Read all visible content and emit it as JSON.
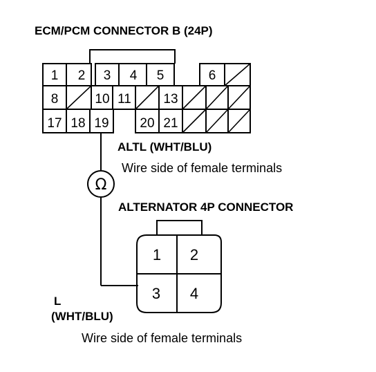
{
  "ecm_connector": {
    "title": "ECM/PCM CONNECTOR B (24P)",
    "rows": [
      [
        "1",
        "2",
        "3",
        "4",
        "5",
        "",
        "6",
        ""
      ],
      [
        "8",
        "",
        "10",
        "11",
        "",
        "13",
        "",
        "",
        ""
      ],
      [
        "17",
        "18",
        "19",
        "",
        "20",
        "21",
        "",
        ""
      ]
    ],
    "blank_cells": "slash"
  },
  "ecm_wire_label": "ALTL (WHT/BLU)",
  "ecm_terminal_note": "Wire side of female terminals",
  "meter_symbol": "Ω",
  "alternator_connector": {
    "title": "ALTERNATOR 4P CONNECTOR",
    "pins": [
      "1",
      "2",
      "3",
      "4"
    ]
  },
  "alternator_wire_label_line1": "L",
  "alternator_wire_label_line2": "(WHT/BLU)",
  "alternator_terminal_note": "Wire side of female terminals"
}
